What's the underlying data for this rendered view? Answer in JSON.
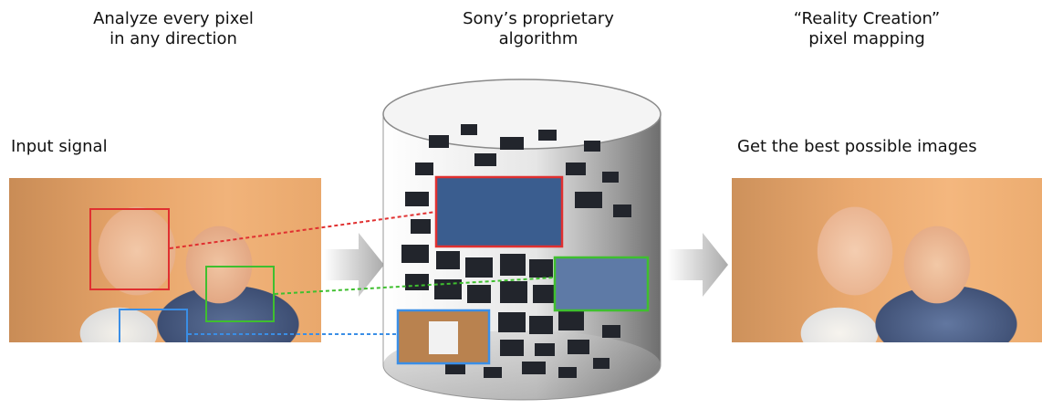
{
  "headings": {
    "left": [
      "Analyze every pixel",
      "in any direction"
    ],
    "center": [
      "Sony’s proprietary",
      "algorithm"
    ],
    "right": [
      "“Reality Creation”",
      "pixel mapping"
    ]
  },
  "labels": {
    "input": "Input signal",
    "output": "Get the best possible images"
  },
  "colors": {
    "red_box": "#e03030",
    "green_box": "#3fbf2f",
    "blue_box": "#3a8ee6",
    "arrow": "#b8b8b8",
    "photo_warm": "#e7a56a"
  }
}
